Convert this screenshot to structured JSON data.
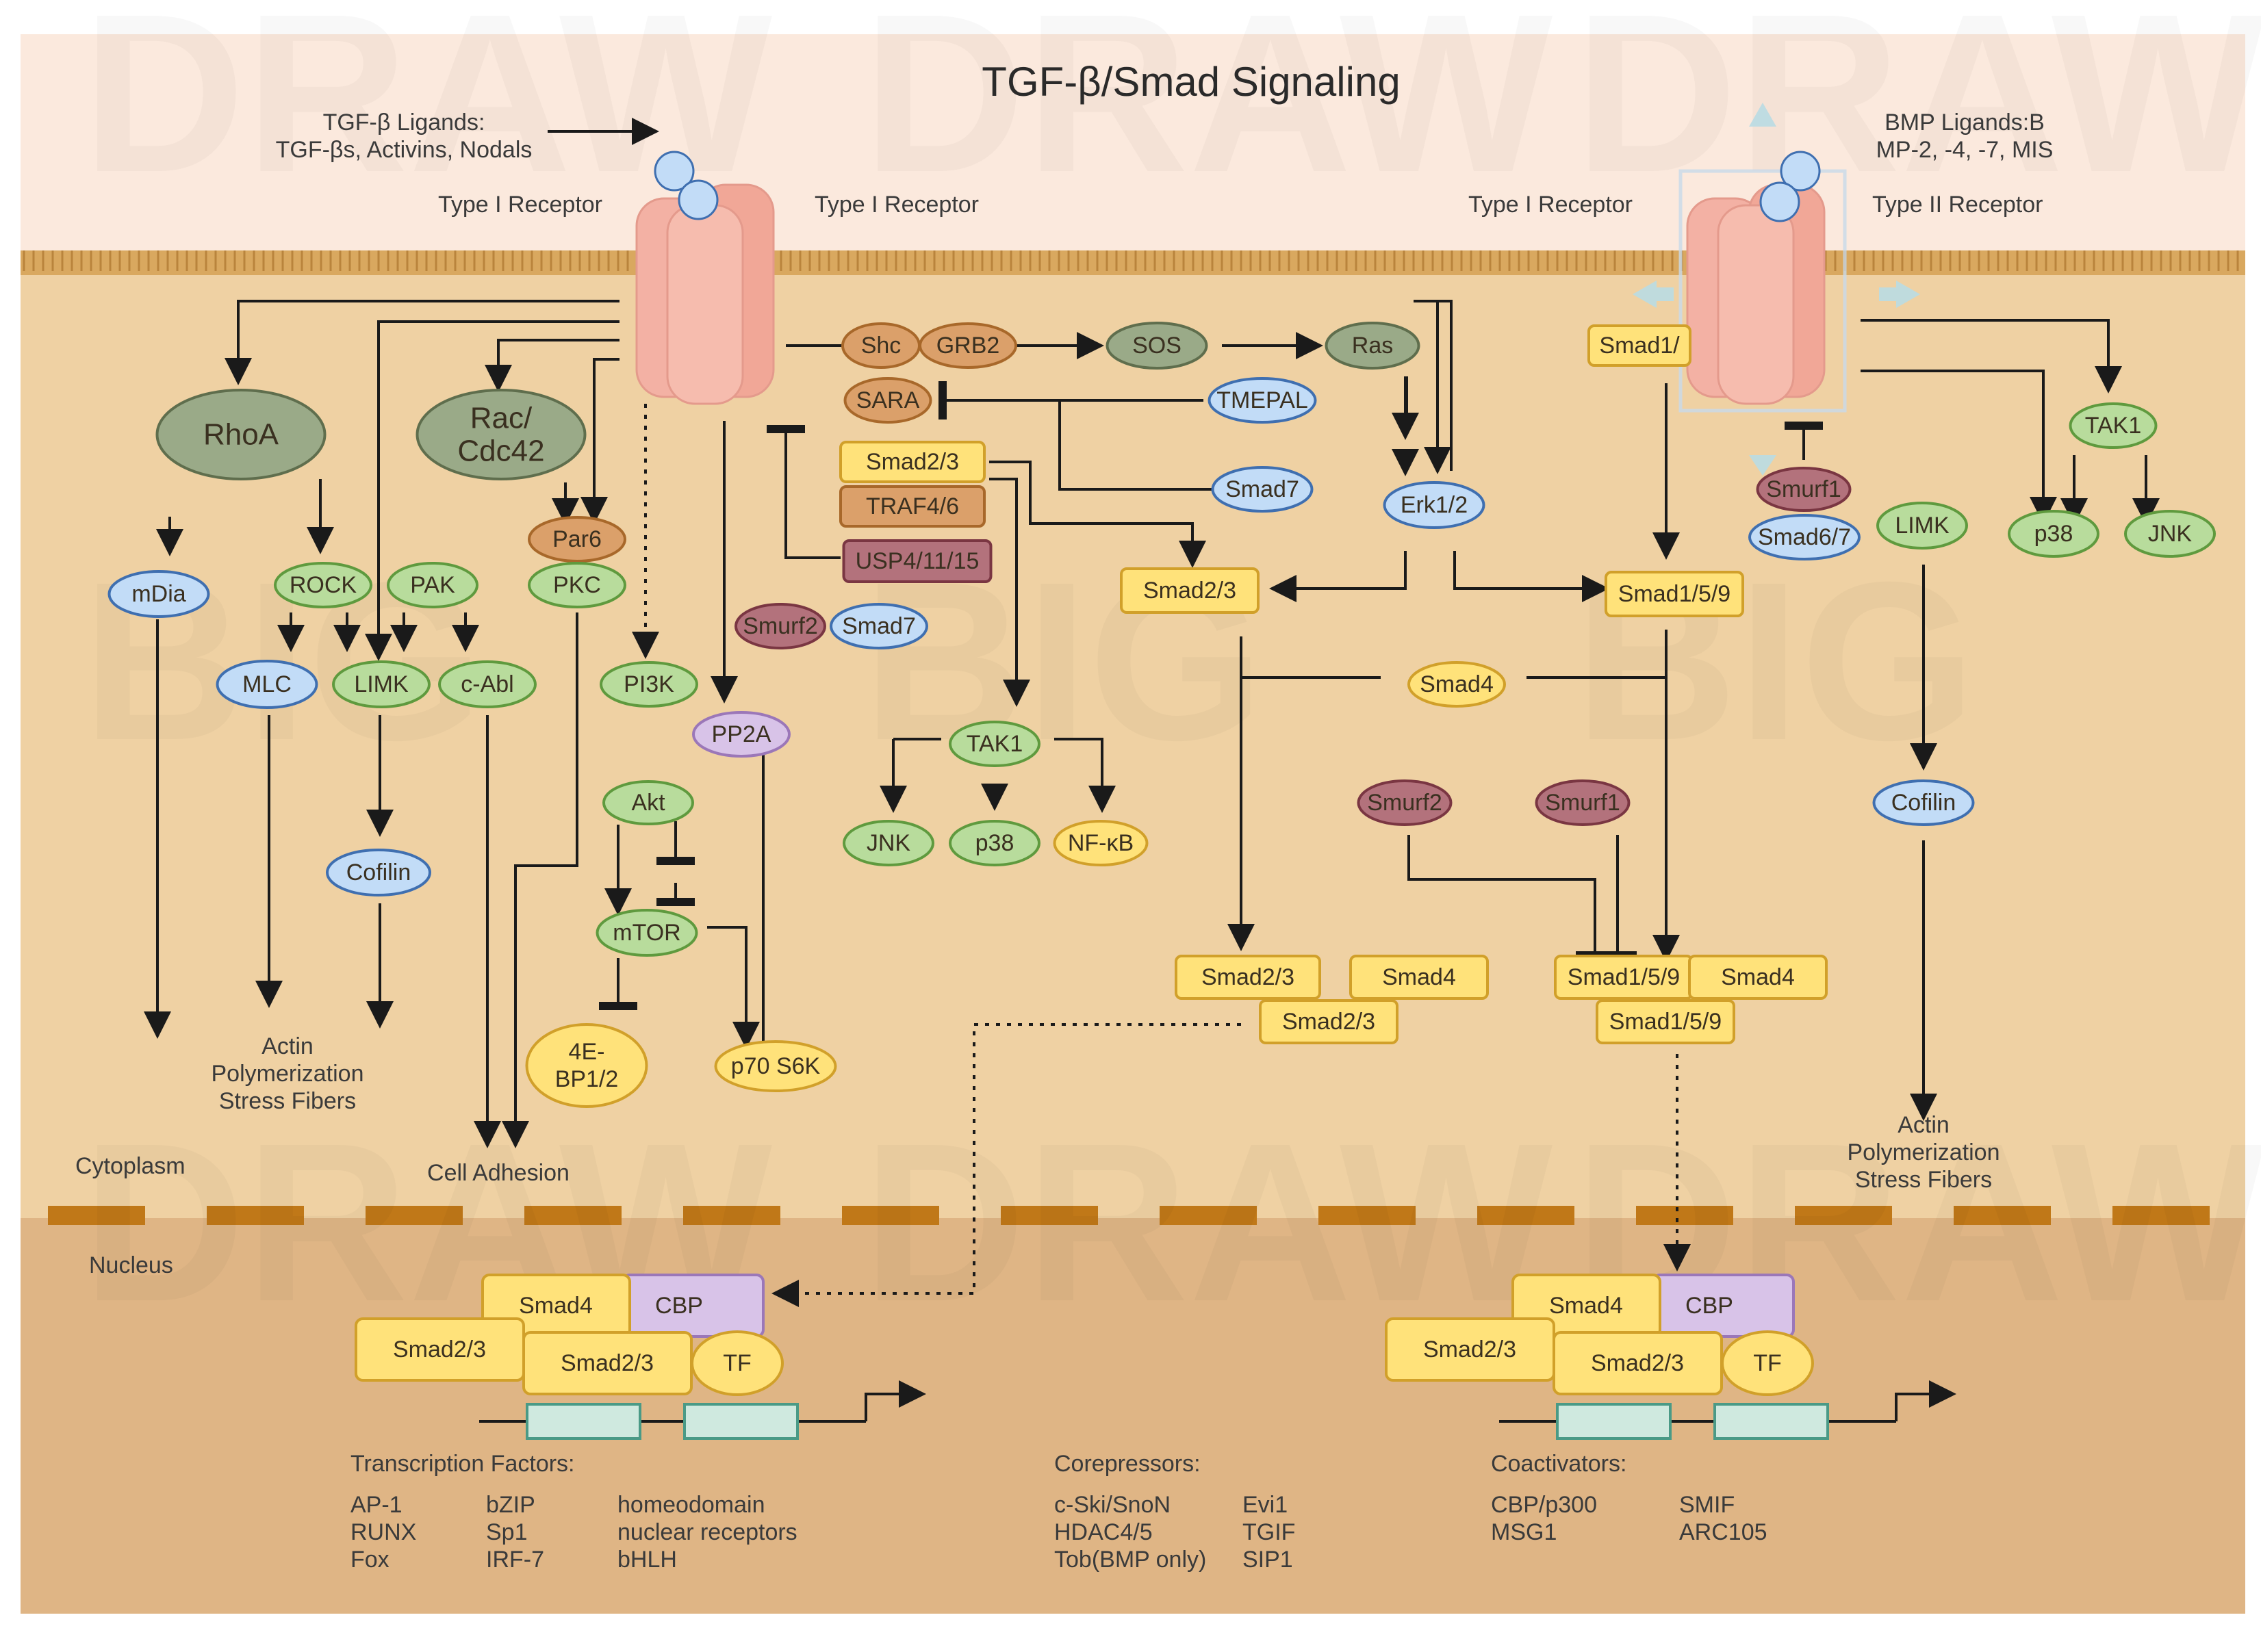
{
  "title": "TGF-β/Smad Signaling",
  "regions": {
    "cytoplasm": "Cytoplasm",
    "nucleus": "Nucleus",
    "cell_adhesion": "Cell Adhesion",
    "actin_left": [
      "Actin",
      "Polymerization",
      "Stress Fibers"
    ],
    "actin_right": [
      "Actin",
      "Polymerization",
      "Stress Fibers"
    ]
  },
  "ligands_left": [
    "TGF-β Ligands:",
    "TGF-βs, Activins, Nodals"
  ],
  "ligands_right": [
    "BMP Ligands:B",
    "MP-2, -4, -7, MIS"
  ],
  "receptor_labels": {
    "left_a": "Type I Receptor",
    "left_b": "Type I Receptor",
    "right_a": "Type I Receptor",
    "right_b": "Type II Receptor"
  },
  "nodes": {
    "rhoa": "RhoA",
    "rac_cdc42": [
      "Rac/",
      "Cdc42"
    ],
    "mdia": "mDia",
    "rock": "ROCK",
    "pak": "PAK",
    "mlc": "MLC",
    "limk_left": "LIMK",
    "cabl": "c-Abl",
    "cofilin_left": "Cofilin",
    "par6": "Par6",
    "pkc": "PKC",
    "pi3k": "PI3K",
    "pp2a": "PP2A",
    "akt": "Akt",
    "mtor": "mTOR",
    "fourebp": [
      "4E-",
      "BP1/2"
    ],
    "p70s6k": "p70 S6K",
    "shc": "Shc",
    "grb2": "GRB2",
    "sos": "SOS",
    "ras": "Ras",
    "sara": "SARA",
    "tmepal": "TMEPAL",
    "smad23_box": "Smad2/3",
    "traf46": "TRAF4/6",
    "usp": "USP4/11/15",
    "smad7_a": "Smad7",
    "smurf2_a": "Smurf2",
    "smad7_b": "Smad7",
    "tak1_mid": "TAK1",
    "jnk_mid": "JNK",
    "p38_mid": "p38",
    "nfkb": "NF-κB",
    "erk": "Erk1/2",
    "smad23_mid": "Smad2/3",
    "smad159_mid": "Smad1/5/9",
    "smad4_mid": "Smad4",
    "smurf2_b": "Smurf2",
    "smurf1_b": "Smurf1",
    "smad1_top": "Smad1/",
    "smurf1_top": "Smurf1",
    "smad67": "Smad6/7",
    "tak1_right": "TAK1",
    "p38_right": "p38",
    "jnk_right": "JNK",
    "limk_right": "LIMK",
    "cofilin_right": "Cofilin",
    "cx_left_s23a": "Smad2/3",
    "cx_left_s4": "Smad4",
    "cx_left_s23b": "Smad2/3",
    "cx_right_s159a": "Smad1/5/9",
    "cx_right_s4": "Smad4",
    "cx_right_s159b": "Smad1/5/9"
  },
  "nuclear_complex_left": {
    "smad4": "Smad4",
    "cbp": "CBP",
    "smad23a": "Smad2/3",
    "smad23b": "Smad2/3",
    "tf": "TF"
  },
  "nuclear_complex_right": {
    "smad4": "Smad4",
    "cbp": "CBP",
    "smad23a": "Smad2/3",
    "smad23b": "Smad2/3",
    "tf": "TF"
  },
  "transcription_factors": {
    "heading": "Transcription Factors:",
    "col1": [
      "AP-1",
      "RUNX",
      "Fox"
    ],
    "col2": [
      "bZIP",
      "Sp1",
      "IRF-7"
    ],
    "col3": [
      "homeodomain",
      "nuclear receptors",
      "bHLH"
    ]
  },
  "corepressors": {
    "heading": "Corepressors:",
    "col1": [
      "c-Ski/SnoN",
      "HDAC4/5",
      "Tob(BMP only)"
    ],
    "col2": [
      "Evi1",
      "TGIF",
      "SIP1"
    ]
  },
  "coactivators": {
    "heading": "Coactivators:",
    "col1": [
      "CBP/p300",
      "MSG1"
    ],
    "col2": [
      "SMIF",
      "ARC105"
    ]
  },
  "watermark": [
    "BIG",
    "DRAW"
  ],
  "colors": {
    "extracellular": "#fbe9dd",
    "membrane": "#d9a85f",
    "cytoplasm": "#efd1a3",
    "nucleus": "#dfb585",
    "green": "#b8dc9c",
    "blue": "#c2dcf7",
    "yellow": "#ffe27a",
    "orange": "#dba06a",
    "grey_green": "#9aaa88",
    "maroon": "#b3727c",
    "purple": "#d8c3e8",
    "teal": "#cfe9df",
    "receptor": "#f3b1a4"
  }
}
